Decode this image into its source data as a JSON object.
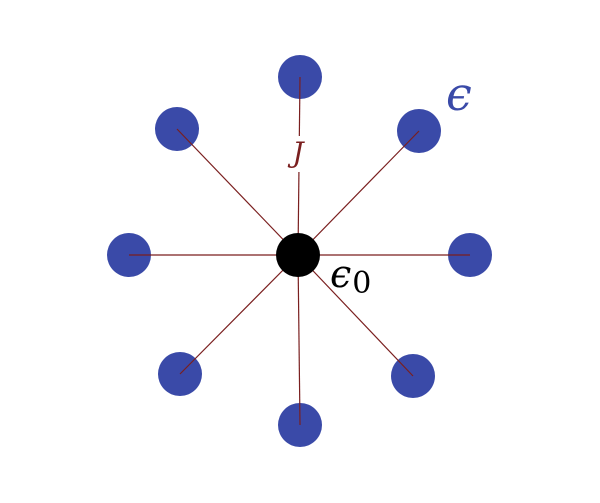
{
  "diagram": {
    "center_label": "ϵ",
    "center_label_subscript": "0",
    "outer_label": "ϵ",
    "coupling_label": "J",
    "colors": {
      "outer_node": "#3a4aa8",
      "center_node": "#000000",
      "bond": "#7a1f1f",
      "coupling_label": "#7a1f1f",
      "outer_label": "#3a4aa8",
      "center_label": "#000000"
    },
    "outer_node_count": 8
  }
}
